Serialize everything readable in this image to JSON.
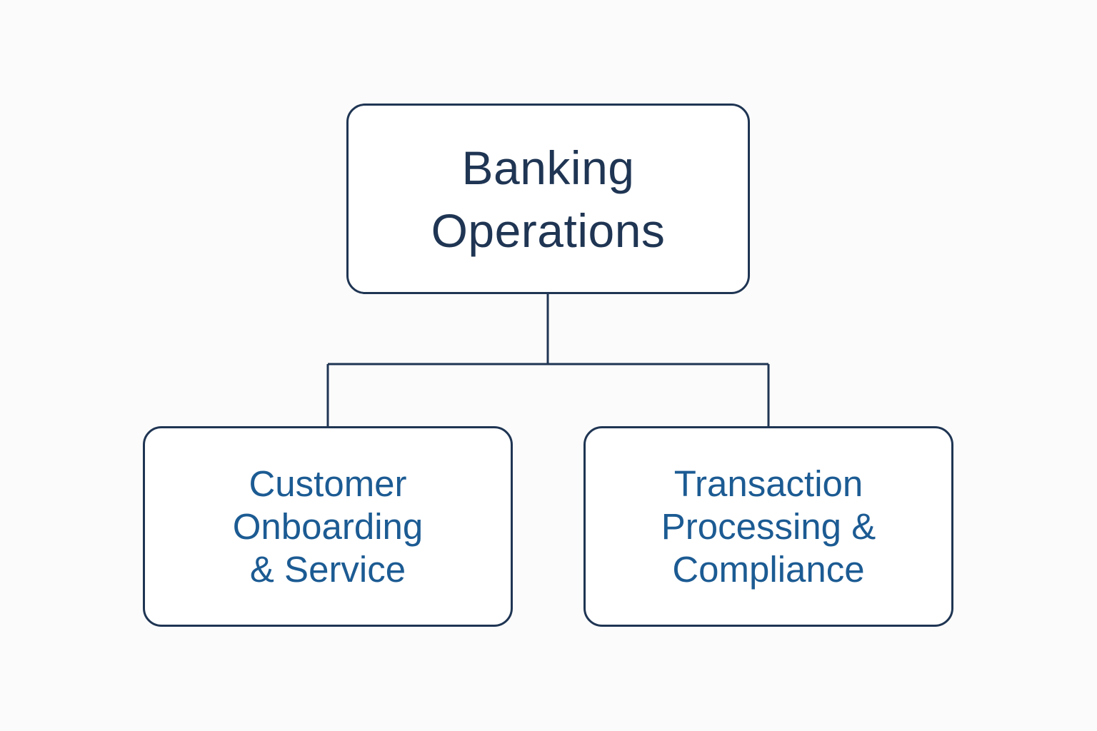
{
  "diagram": {
    "type": "hierarchy",
    "colors": {
      "background": "#fbfbfb",
      "box_border": "#1f3553",
      "connector": "#1f3553",
      "root_text": "#1f3553",
      "child_text": "#1c5b93"
    },
    "root": {
      "lines": [
        "Banking",
        "Operations"
      ]
    },
    "children": [
      {
        "lines": [
          "Customer",
          "Onboarding",
          "& Service"
        ]
      },
      {
        "lines": [
          "Transaction",
          "Processing &",
          "Compliance"
        ]
      }
    ]
  }
}
